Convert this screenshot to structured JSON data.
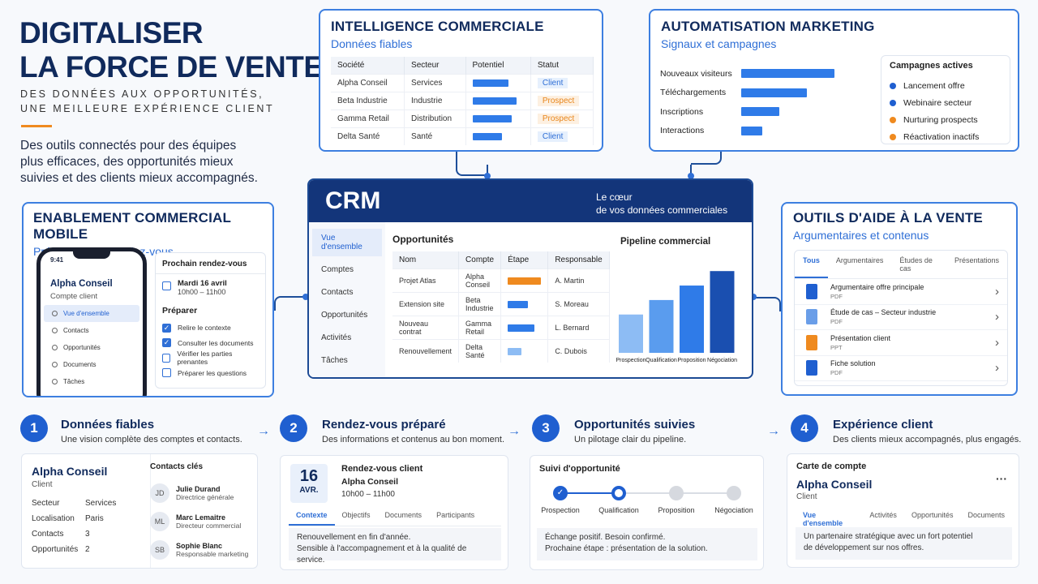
{
  "hero": {
    "title_line1": "DIGITALISER",
    "title_line2": "LA FORCE DE VENTE",
    "subtitle_line1": "DES DONNÉES AUX OPPORTUNITÉS,",
    "subtitle_line2": "UNE MEILLEURE EXPÉRIENCE CLIENT",
    "desc_line1": "Des outils connectés pour des équipes",
    "desc_line2": "plus efficaces, des opportunités mieux",
    "desc_line3": "suivies et des clients mieux accompagnés."
  },
  "intel": {
    "title": "INTELLIGENCE COMMERCIALE",
    "subtitle": "Données fiables",
    "headers": [
      "Société",
      "Secteur",
      "Potentiel",
      "Statut"
    ],
    "rows": [
      {
        "societe": "Alpha Conseil",
        "secteur": "Services",
        "potentiel": 0.55,
        "statut": "Client",
        "status_type": "client"
      },
      {
        "societe": "Beta Industrie",
        "secteur": "Industrie",
        "potentiel": 0.68,
        "statut": "Prospect",
        "status_type": "prospect"
      },
      {
        "societe": "Gamma Retail",
        "secteur": "Distribution",
        "potentiel": 0.6,
        "statut": "Prospect",
        "status_type": "prospect"
      },
      {
        "societe": "Delta Santé",
        "secteur": "Santé",
        "potentiel": 0.45,
        "statut": "Client",
        "status_type": "client"
      }
    ]
  },
  "marketing": {
    "title": "AUTOMATISATION MARKETING",
    "subtitle": "Signaux et campagnes",
    "metrics": [
      {
        "label": "Nouveaux visiteurs",
        "value": 0.9
      },
      {
        "label": "Téléchargements",
        "value": 0.63
      },
      {
        "label": "Inscriptions",
        "value": 0.37
      },
      {
        "label": "Interactions",
        "value": 0.2
      }
    ],
    "campaigns_title": "Campagnes actives",
    "campaigns": [
      {
        "label": "Lancement offre",
        "color": "#1f5fd0"
      },
      {
        "label": "Webinaire secteur",
        "color": "#1f5fd0"
      },
      {
        "label": "Nurturing prospects",
        "color": "#ef8a1f"
      },
      {
        "label": "Réactivation inactifs",
        "color": "#ef8a1f"
      }
    ]
  },
  "crm": {
    "title": "CRM",
    "tagline_line1": "Le cœur",
    "tagline_line2": "de vos données commerciales",
    "menu": [
      "Vue d'ensemble",
      "Comptes",
      "Contacts",
      "Opportunités",
      "Activités",
      "Tâches"
    ],
    "opps_title": "Opportunités",
    "opps_headers": [
      "Nom",
      "Compte",
      "Étape",
      "Responsable"
    ],
    "opps": [
      {
        "nom": "Projet Atlas",
        "compte": "Alpha Conseil",
        "etape": 0.75,
        "color": "#ef8a1f",
        "resp": "A. Martin"
      },
      {
        "nom": "Extension site",
        "compte": "Beta Industrie",
        "etape": 0.45,
        "color": "#2f7be8",
        "resp": "S. Moreau"
      },
      {
        "nom": "Nouveau contrat",
        "compte": "Gamma Retail",
        "etape": 0.6,
        "color": "#2f7be8",
        "resp": "L. Bernard"
      },
      {
        "nom": "Renouvellement",
        "compte": "Delta Santé",
        "etape": 0.3,
        "color": "#8dbcf4",
        "resp": "C. Dubois"
      }
    ],
    "pipeline_title": "Pipeline commercial",
    "chart_data": {
      "type": "bar",
      "categories": [
        "Prospection",
        "Qualification",
        "Proposition",
        "Négociation"
      ],
      "values": [
        45,
        62,
        79,
        96
      ],
      "title": "Pipeline commercial",
      "ylim": [
        0,
        100
      ]
    }
  },
  "mobile": {
    "title": "ENABLEMENT COMMERCIAL MOBILE",
    "subtitle": "Préparation du rendez-vous",
    "time": "9:41",
    "account": "Alpha Conseil",
    "account_sub": "Compte client",
    "menu": [
      "Vue d'ensemble",
      "Contacts",
      "Opportunités",
      "Documents",
      "Tâches"
    ],
    "next_title": "Prochain rendez-vous",
    "next_date": "Mardi 16 avril",
    "next_time": "10h00 – 11h00",
    "prep_title": "Préparer",
    "checklist": [
      {
        "label": "Relire le contexte",
        "done": true
      },
      {
        "label": "Consulter les documents",
        "done": true
      },
      {
        "label": "Vérifier les parties prenantes",
        "done": false
      },
      {
        "label": "Préparer les questions",
        "done": false
      }
    ]
  },
  "tools": {
    "title": "OUTILS D'AIDE À LA VENTE",
    "subtitle": "Argumentaires et contenus",
    "tabs": [
      "Tous",
      "Argumentaires",
      "Études de cas",
      "Présentations"
    ],
    "docs": [
      {
        "name": "Argumentaire offre principale",
        "type": "PDF",
        "color": "#1f5fd0"
      },
      {
        "name": "Étude de cas – Secteur industrie",
        "type": "PDF",
        "color": "#6a9ee8"
      },
      {
        "name": "Présentation client",
        "type": "PPT",
        "color": "#ef8a1f"
      },
      {
        "name": "Fiche solution",
        "type": "PDF",
        "color": "#1f5fd0"
      }
    ]
  },
  "steps": [
    {
      "num": "1",
      "title": "Données fiables",
      "desc": "Une vision complète des comptes et contacts."
    },
    {
      "num": "2",
      "title": "Rendez-vous préparé",
      "desc": "Des informations et contenus au bon moment."
    },
    {
      "num": "3",
      "title": "Opportunités suivies",
      "desc": "Un pilotage clair du pipeline."
    },
    {
      "num": "4",
      "title": "Expérience client",
      "desc": "Des clients mieux accompagnés, plus engagés."
    }
  ],
  "step1": {
    "account": "Alpha Conseil",
    "account_type": "Client",
    "fields": [
      {
        "k": "Secteur",
        "v": "Services"
      },
      {
        "k": "Localisation",
        "v": "Paris"
      },
      {
        "k": "Contacts",
        "v": "3"
      },
      {
        "k": "Opportunités",
        "v": "2"
      }
    ],
    "contacts_title": "Contacts clés",
    "contacts": [
      {
        "initials": "JD",
        "name": "Julie Durand",
        "role": "Directrice générale"
      },
      {
        "initials": "ML",
        "name": "Marc Lemaitre",
        "role": "Directeur commercial"
      },
      {
        "initials": "SB",
        "name": "Sophie Blanc",
        "role": "Responsable marketing"
      }
    ]
  },
  "step2": {
    "day": "16",
    "month": "AVR.",
    "title": "Rendez-vous client",
    "account": "Alpha Conseil",
    "time": "10h00 – 11h00",
    "tabs": [
      "Contexte",
      "Objectifs",
      "Documents",
      "Participants"
    ],
    "note_line1": "Renouvellement en fin d'année.",
    "note_line2": "Sensible à l'accompagnement et à la qualité de service."
  },
  "step3": {
    "title": "Suivi d'opportunité",
    "stages": [
      "Prospection",
      "Qualification",
      "Proposition",
      "Négociation"
    ],
    "current_stage": 2,
    "note_line1": "Échange positif. Besoin confirmé.",
    "note_line2": "Prochaine étape : présentation de la solution."
  },
  "step4": {
    "title": "Carte de compte",
    "account": "Alpha Conseil",
    "account_type": "Client",
    "more": "···",
    "tabs": [
      "Vue d'ensemble",
      "Activités",
      "Opportunités",
      "Documents"
    ],
    "note_line1": "Un partenaire stratégique avec un fort potentiel",
    "note_line2": "de développement sur nos offres."
  },
  "arrow": "→",
  "chevron": "›"
}
